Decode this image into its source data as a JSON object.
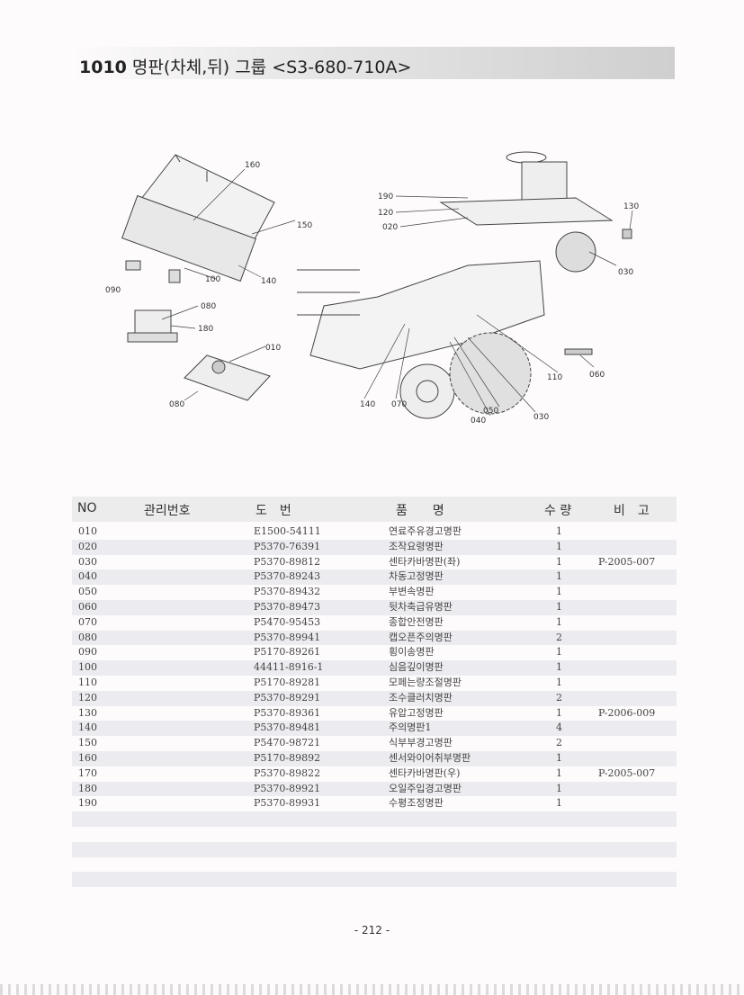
{
  "header": {
    "code": "1010",
    "title": "명판(차체,뒤) 그룹 <S3-680-710A>"
  },
  "diagram": {
    "callouts": [
      "160",
      "150",
      "140",
      "100",
      "090",
      "080",
      "180",
      "010",
      "080",
      "190",
      "120",
      "020",
      "130",
      "030",
      "110",
      "060",
      "140",
      "070",
      "050",
      "040",
      "030"
    ]
  },
  "table": {
    "headers": {
      "no": "NO",
      "mgmt": "관리번호",
      "dwg": "도　번",
      "name": "품　　명",
      "qty": "수 량",
      "note": "비　고"
    },
    "rows": [
      {
        "no": "010",
        "dwg": "E1500-54111",
        "name": "연료주유경고명판",
        "qty": "1",
        "note": ""
      },
      {
        "no": "020",
        "dwg": "P5370-76391",
        "name": "조작요령명판",
        "qty": "1",
        "note": ""
      },
      {
        "no": "030",
        "dwg": "P5370-89812",
        "name": "센타카바명판(좌)",
        "qty": "1",
        "note": "P-2005-007"
      },
      {
        "no": "040",
        "dwg": "P5370-89243",
        "name": "차동고정명판",
        "qty": "1",
        "note": ""
      },
      {
        "no": "050",
        "dwg": "P5370-89432",
        "name": "부변속명판",
        "qty": "1",
        "note": ""
      },
      {
        "no": "060",
        "dwg": "P5370-89473",
        "name": "뒷차축급유명판",
        "qty": "1",
        "note": ""
      },
      {
        "no": "070",
        "dwg": "P5470-95453",
        "name": "종합안전명판",
        "qty": "1",
        "note": ""
      },
      {
        "no": "080",
        "dwg": "P5370-89941",
        "name": "캡오픈주의명판",
        "qty": "2",
        "note": ""
      },
      {
        "no": "090",
        "dwg": "P5170-89261",
        "name": "횡이송명판",
        "qty": "1",
        "note": ""
      },
      {
        "no": "100",
        "dwg": "44411-8916-1",
        "name": "심음깊이명판",
        "qty": "1",
        "note": ""
      },
      {
        "no": "110",
        "dwg": "P5170-89281",
        "name": "모페는량조절명판",
        "qty": "1",
        "note": ""
      },
      {
        "no": "120",
        "dwg": "P5370-89291",
        "name": "조수클러치명판",
        "qty": "2",
        "note": ""
      },
      {
        "no": "130",
        "dwg": "P5370-89361",
        "name": "유압고정명판",
        "qty": "1",
        "note": "P-2006-009"
      },
      {
        "no": "140",
        "dwg": "P5370-89481",
        "name": "주의명판1",
        "qty": "4",
        "note": ""
      },
      {
        "no": "150",
        "dwg": "P5470-98721",
        "name": "식부부경고명판",
        "qty": "2",
        "note": ""
      },
      {
        "no": "160",
        "dwg": "P5170-89892",
        "name": "센서와이어취부명판",
        "qty": "1",
        "note": ""
      },
      {
        "no": "170",
        "dwg": "P5370-89822",
        "name": "센타카바명판(우)",
        "qty": "1",
        "note": "P-2005-007"
      },
      {
        "no": "180",
        "dwg": "P5370-89921",
        "name": "오일주입경고명판",
        "qty": "1",
        "note": ""
      },
      {
        "no": "190",
        "dwg": "P5370-89931",
        "name": "수평조정명판",
        "qty": "1",
        "note": ""
      }
    ]
  },
  "footer": {
    "page": "- 212 -"
  }
}
